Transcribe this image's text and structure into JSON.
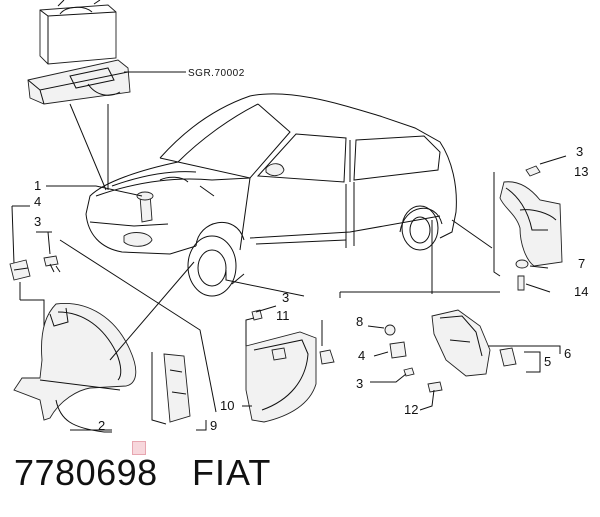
{
  "diagram": {
    "reference": "SGR.70002",
    "callouts": {
      "c1": "1",
      "c2": "2",
      "c3_left": "3",
      "c4_left": "4",
      "c9": "9",
      "c3_mid": "3",
      "c11": "11",
      "c10": "10",
      "c8": "8",
      "c4_mid": "4",
      "c3_lower": "3",
      "c12": "12",
      "c5": "5",
      "c6": "6",
      "c3_right": "3",
      "c13": "13",
      "c7": "7",
      "c14": "14"
    }
  },
  "footer": {
    "part_number": "7780698",
    "brand": "FIAT"
  }
}
